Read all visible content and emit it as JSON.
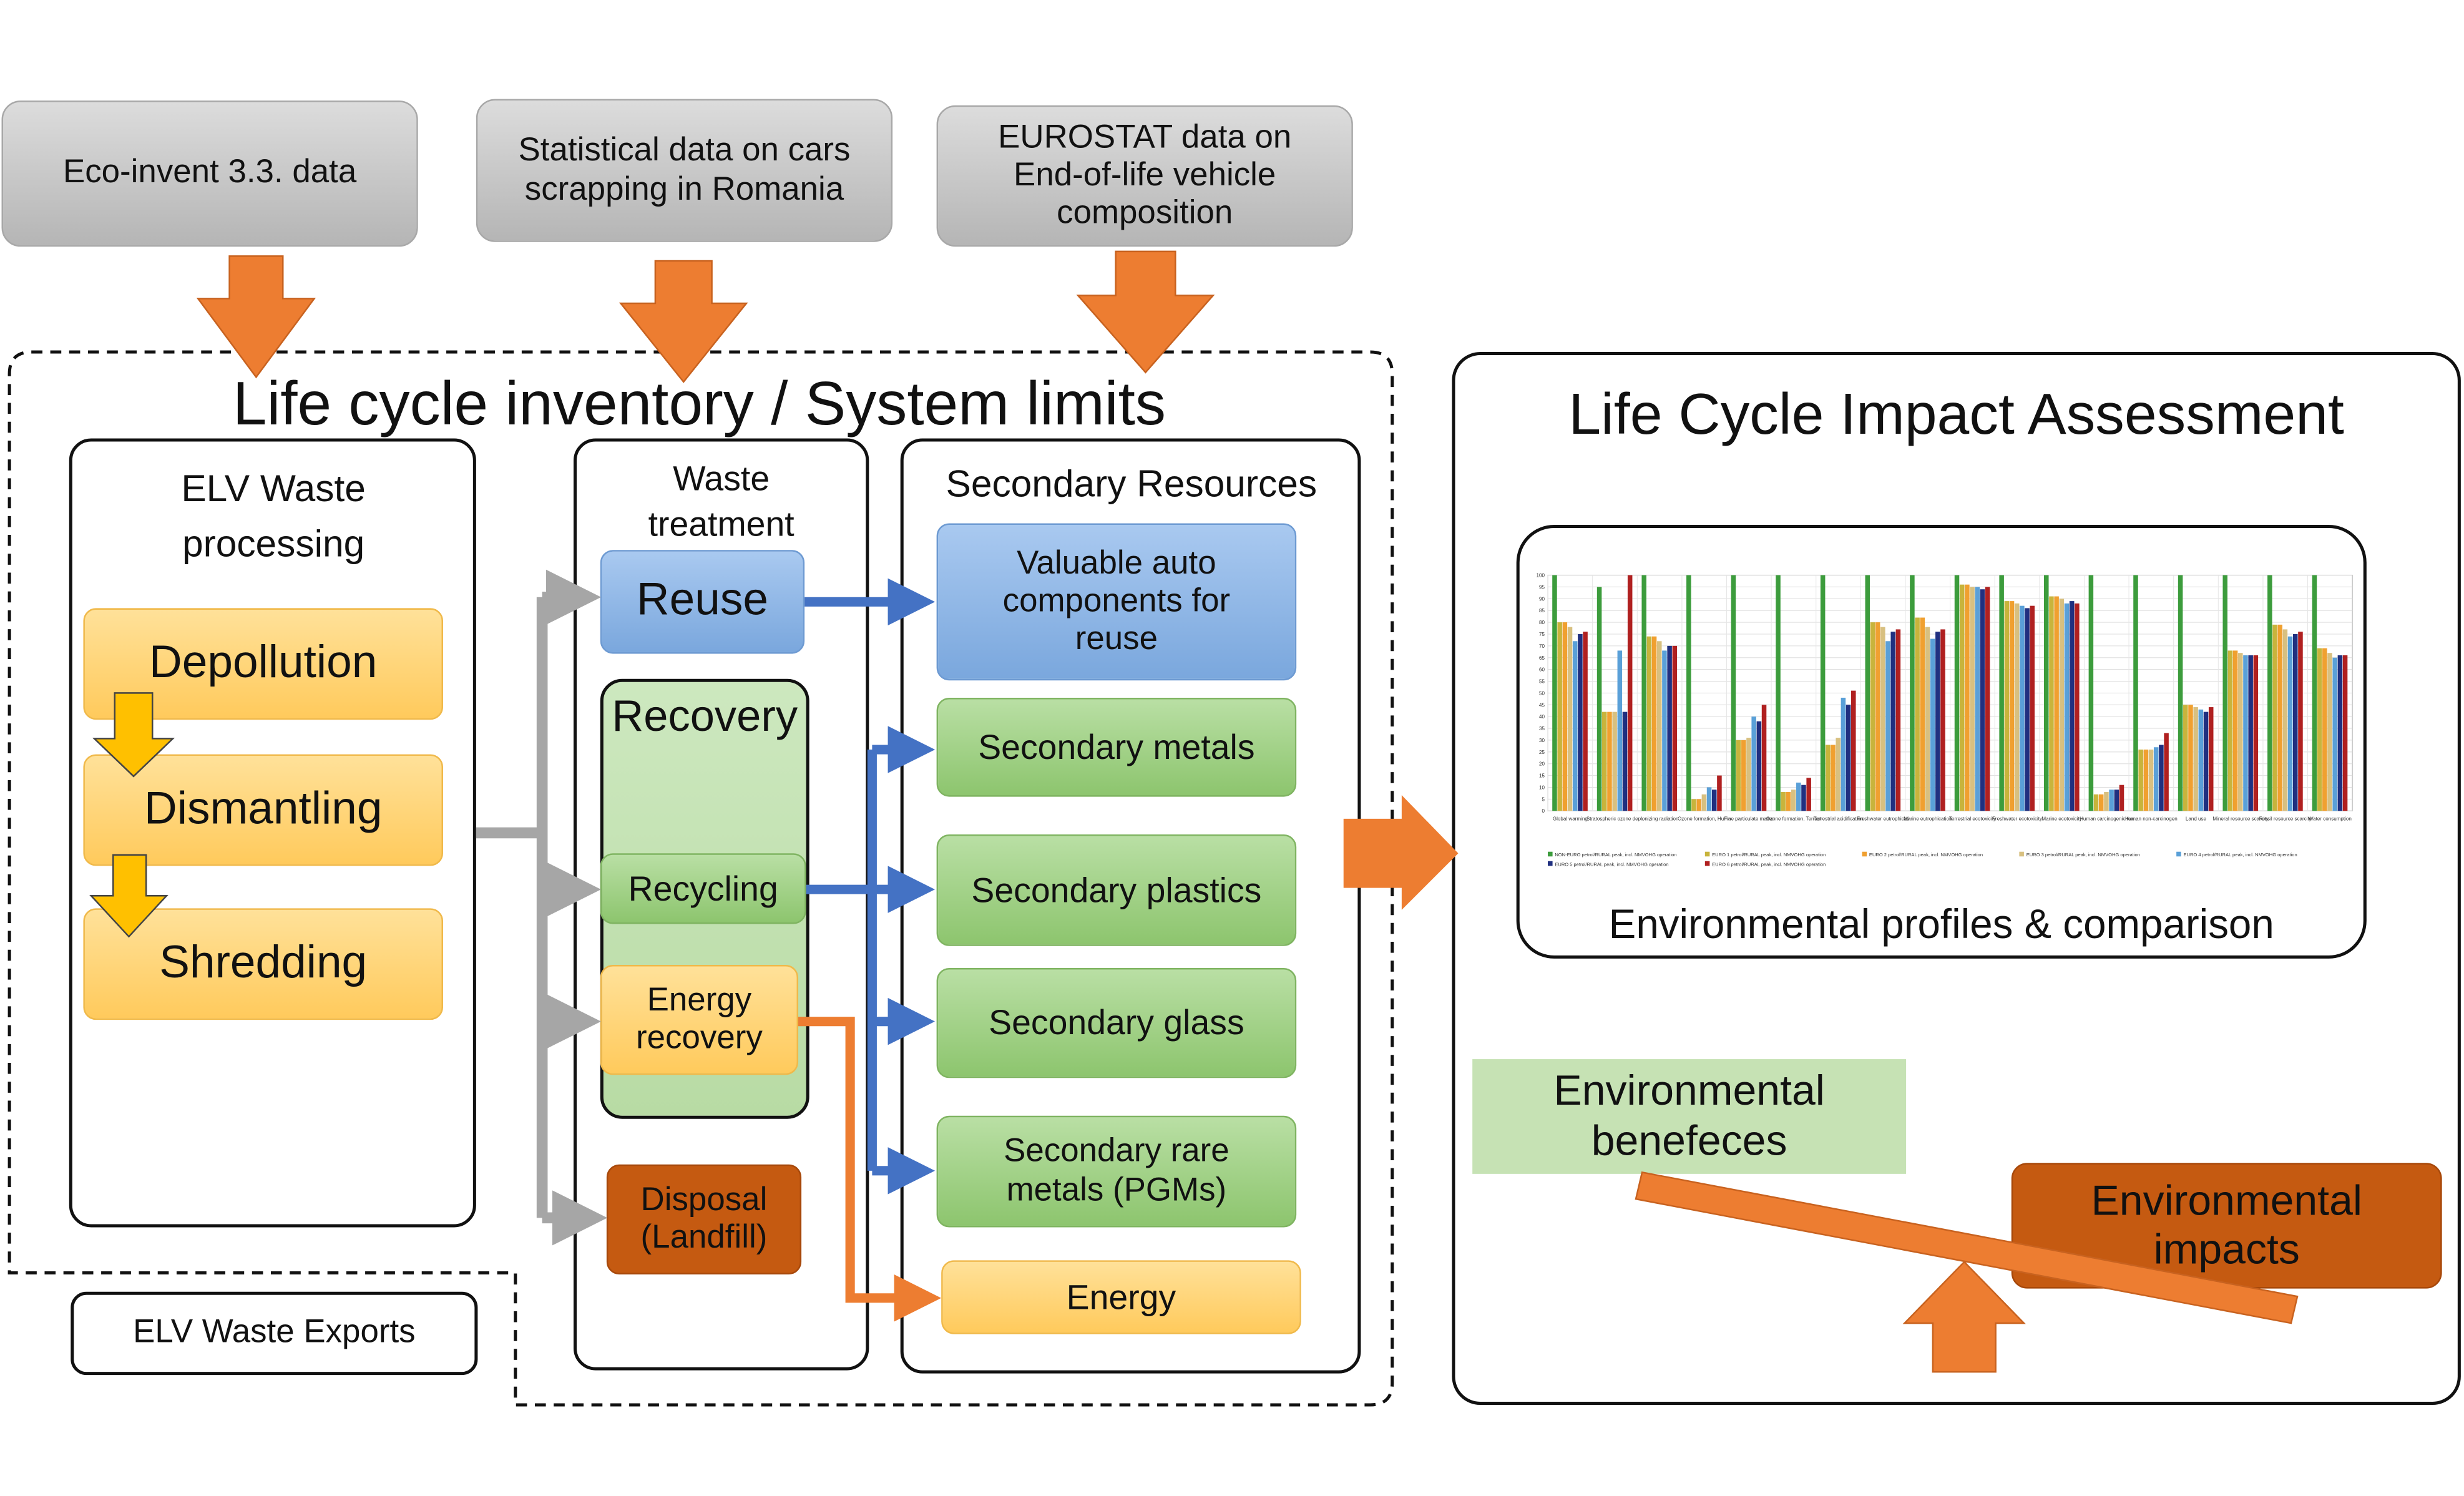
{
  "sources": [
    {
      "id": "ecoinvent",
      "text": "Eco-invent 3.3. data"
    },
    {
      "id": "statistical",
      "text": "Statistical data on cars scrapping in Romania"
    },
    {
      "id": "eurostat",
      "text": "EUROSTAT data on End-of-life vehicle composition"
    }
  ],
  "lci": {
    "title": "Life cycle inventory / System limits",
    "processing": {
      "title": "ELV Waste processing",
      "steps": [
        "Depollution",
        "Dismantling",
        "Shredding"
      ]
    },
    "treatment": {
      "title": "Waste treatment",
      "reuse": "Reuse",
      "recovery": "Recovery",
      "recycling": "Recycling",
      "energy_recovery": "Energy recovery",
      "disposal": "Disposal (Landfill)"
    },
    "resources": {
      "title": "Secondary Resources",
      "items": [
        "Valuable auto components for reuse",
        "Secondary metals",
        "Secondary plastics",
        "Secondary glass",
        "Secondary rare metals (PGMs)",
        "Energy"
      ]
    },
    "exports": "ELV Waste Exports"
  },
  "lcia": {
    "title": "Life Cycle Impact Assessment",
    "profiles_caption": "Environmental profiles & comparison",
    "benefits": "Environmental benefeces",
    "impacts": "Environmental impacts"
  },
  "colors": {
    "arrow_orange": "#ed7d31",
    "flow_blue": "#4472c4",
    "flow_gray": "#a6a6a6",
    "step_arrow": "#ffc000"
  },
  "chart_data": {
    "type": "bar",
    "title": "",
    "xlabel": "",
    "ylabel": "",
    "ylim": [
      0,
      100
    ],
    "y_ticks": [
      0,
      5,
      10,
      15,
      20,
      25,
      30,
      35,
      40,
      45,
      50,
      55,
      60,
      65,
      70,
      75,
      80,
      85,
      90,
      95,
      100
    ],
    "categories": [
      "Global warming",
      "Stratospheric ozone depl.",
      "Ionizing radiation",
      "Ozone formation, Huma",
      "Fine particulate matter",
      "Ozone formation, Terrest",
      "Terrestrial acidification",
      "Freshwater eutrophicati",
      "Marine eutrophication",
      "Terrestrial ecotoxicity",
      "Freshwater ecotoxicity",
      "Marine ecotoxicity",
      "Human carcinogenic tox",
      "Human non-carcinogen",
      "Land use",
      "Mineral resource scarcity",
      "Fossil resource scarcity",
      "Water consumption"
    ],
    "series": [
      {
        "name": "NON-EURO petrol/RURAL peak, incl. NMVOHG operation",
        "color": "#3c9c3c",
        "values": [
          100,
          95,
          100,
          100,
          100,
          100,
          100,
          100,
          100,
          100,
          100,
          100,
          100,
          100,
          100,
          100,
          100,
          100
        ]
      },
      {
        "name": "EURO 1 petrol/RURAL peak, incl. NMVOHG operation",
        "color": "#c8b43c",
        "values": [
          80,
          42,
          74,
          5,
          30,
          8,
          28,
          80,
          82,
          96,
          89,
          91,
          7,
          26,
          45,
          68,
          79,
          69
        ]
      },
      {
        "name": "EURO 2 petrol/RURAL peak, incl. NMVOHG operation",
        "color": "#f0a030",
        "values": [
          80,
          42,
          74,
          5,
          30,
          8,
          28,
          80,
          82,
          96,
          89,
          91,
          7,
          26,
          45,
          68,
          79,
          69
        ]
      },
      {
        "name": "EURO 3 petrol/RURAL peak, incl. NMVOHG operation",
        "color": "#d8c080",
        "values": [
          78,
          42,
          72,
          7,
          31,
          9,
          31,
          78,
          78,
          95,
          88,
          90,
          8,
          26,
          44,
          67,
          77,
          67
        ]
      },
      {
        "name": "EURO 4 petrol/RURAL peak, incl. NMVOHG operation",
        "color": "#5aa0d8",
        "values": [
          72,
          68,
          68,
          10,
          40,
          12,
          48,
          72,
          73,
          95,
          87,
          88,
          9,
          27,
          43,
          66,
          74,
          65
        ]
      },
      {
        "name": "EURO 5 petrol/RURAL peak, incl. NMVOHG operation",
        "color": "#203080",
        "values": [
          75,
          42,
          70,
          9,
          38,
          11,
          45,
          76,
          76,
          94,
          86,
          89,
          9,
          28,
          42,
          66,
          75,
          66
        ]
      },
      {
        "name": "EURO 6 petrol/RURAL peak, incl. NMVOHG operation",
        "color": "#b02020",
        "values": [
          76,
          100,
          70,
          15,
          45,
          14,
          51,
          77,
          77,
          95,
          87,
          88,
          11,
          33,
          44,
          66,
          76,
          66
        ]
      }
    ],
    "legend_labels": [
      "NON-EURO petrol/RURAL peak, incl. NMVOHG operation",
      "EURO 1 petrol/RURAL peak, incl. NMVOHG operation",
      "EURO 2 petrol/RURAL peak, incl. NMVOHG operation",
      "EURO 3 petrol/RURAL peak, incl. NMVOHG operation",
      "EURO 4 petrol/RURAL peak, incl. NMVOHG operation",
      "EURO 5 petrol/RURAL peak, incl. NMVOHG operation",
      "EURO 6 petrol/RURAL peak, incl. NMVOHG operation"
    ],
    "grid": true,
    "legend": "bottom"
  }
}
